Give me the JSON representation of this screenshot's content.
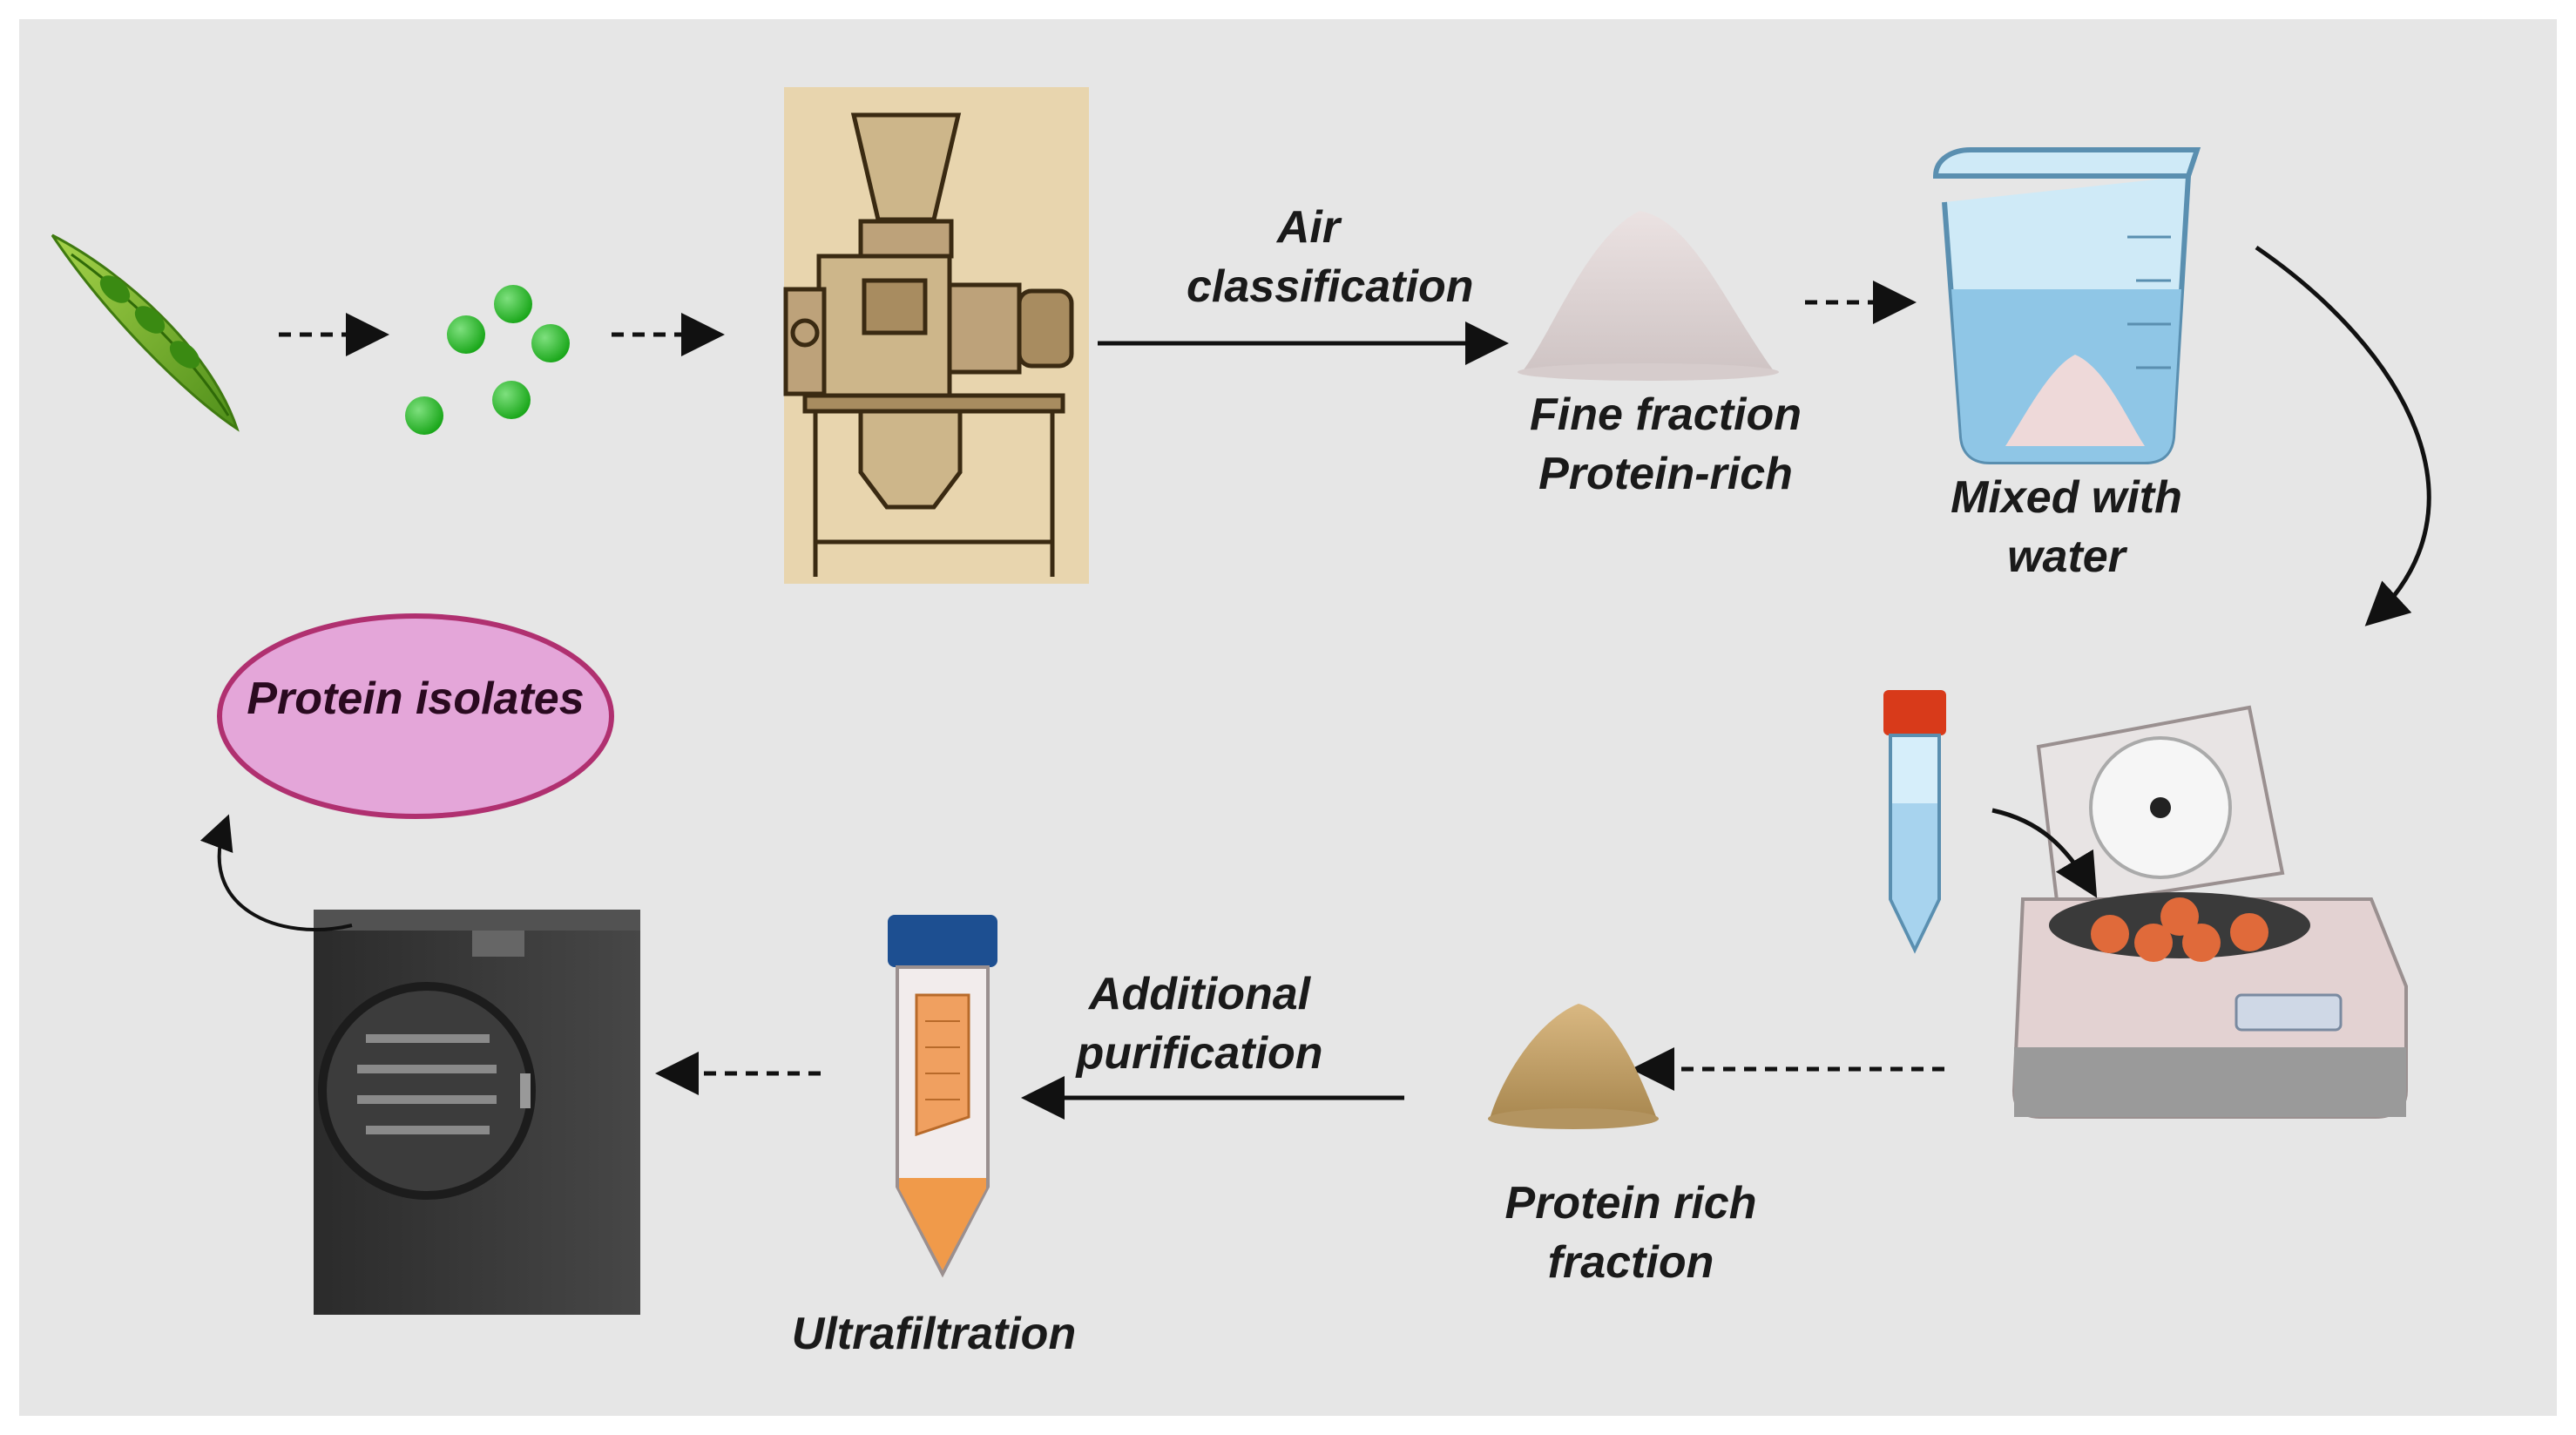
{
  "steps": {
    "air_classification": [
      "Air",
      "classification"
    ],
    "fine_fraction": [
      "Fine fraction",
      "Protein-rich"
    ],
    "mixed_with_water": [
      "Mixed with",
      "water"
    ],
    "protein_rich_fraction": [
      "Protein rich",
      "fraction"
    ],
    "additional_purification": [
      "Additional",
      "purification"
    ],
    "ultrafiltration": "Ultrafiltration",
    "protein_isolates": "Protein isolates"
  },
  "colors": {
    "background": "#e6e6e6",
    "pea_green": "#2eb82e",
    "pod_green": "#7cb82a",
    "water_blue": "#a7d3ee",
    "isolates_fill": "#e4a6d9",
    "isolates_border": "#b03070",
    "tube_cap_red": "#d83a1a",
    "tube_cap_blue": "#1d4f91",
    "orange_liquid": "#f09a4a",
    "powder_tan": "#c9a56a",
    "freeze_dryer": "#333333"
  }
}
